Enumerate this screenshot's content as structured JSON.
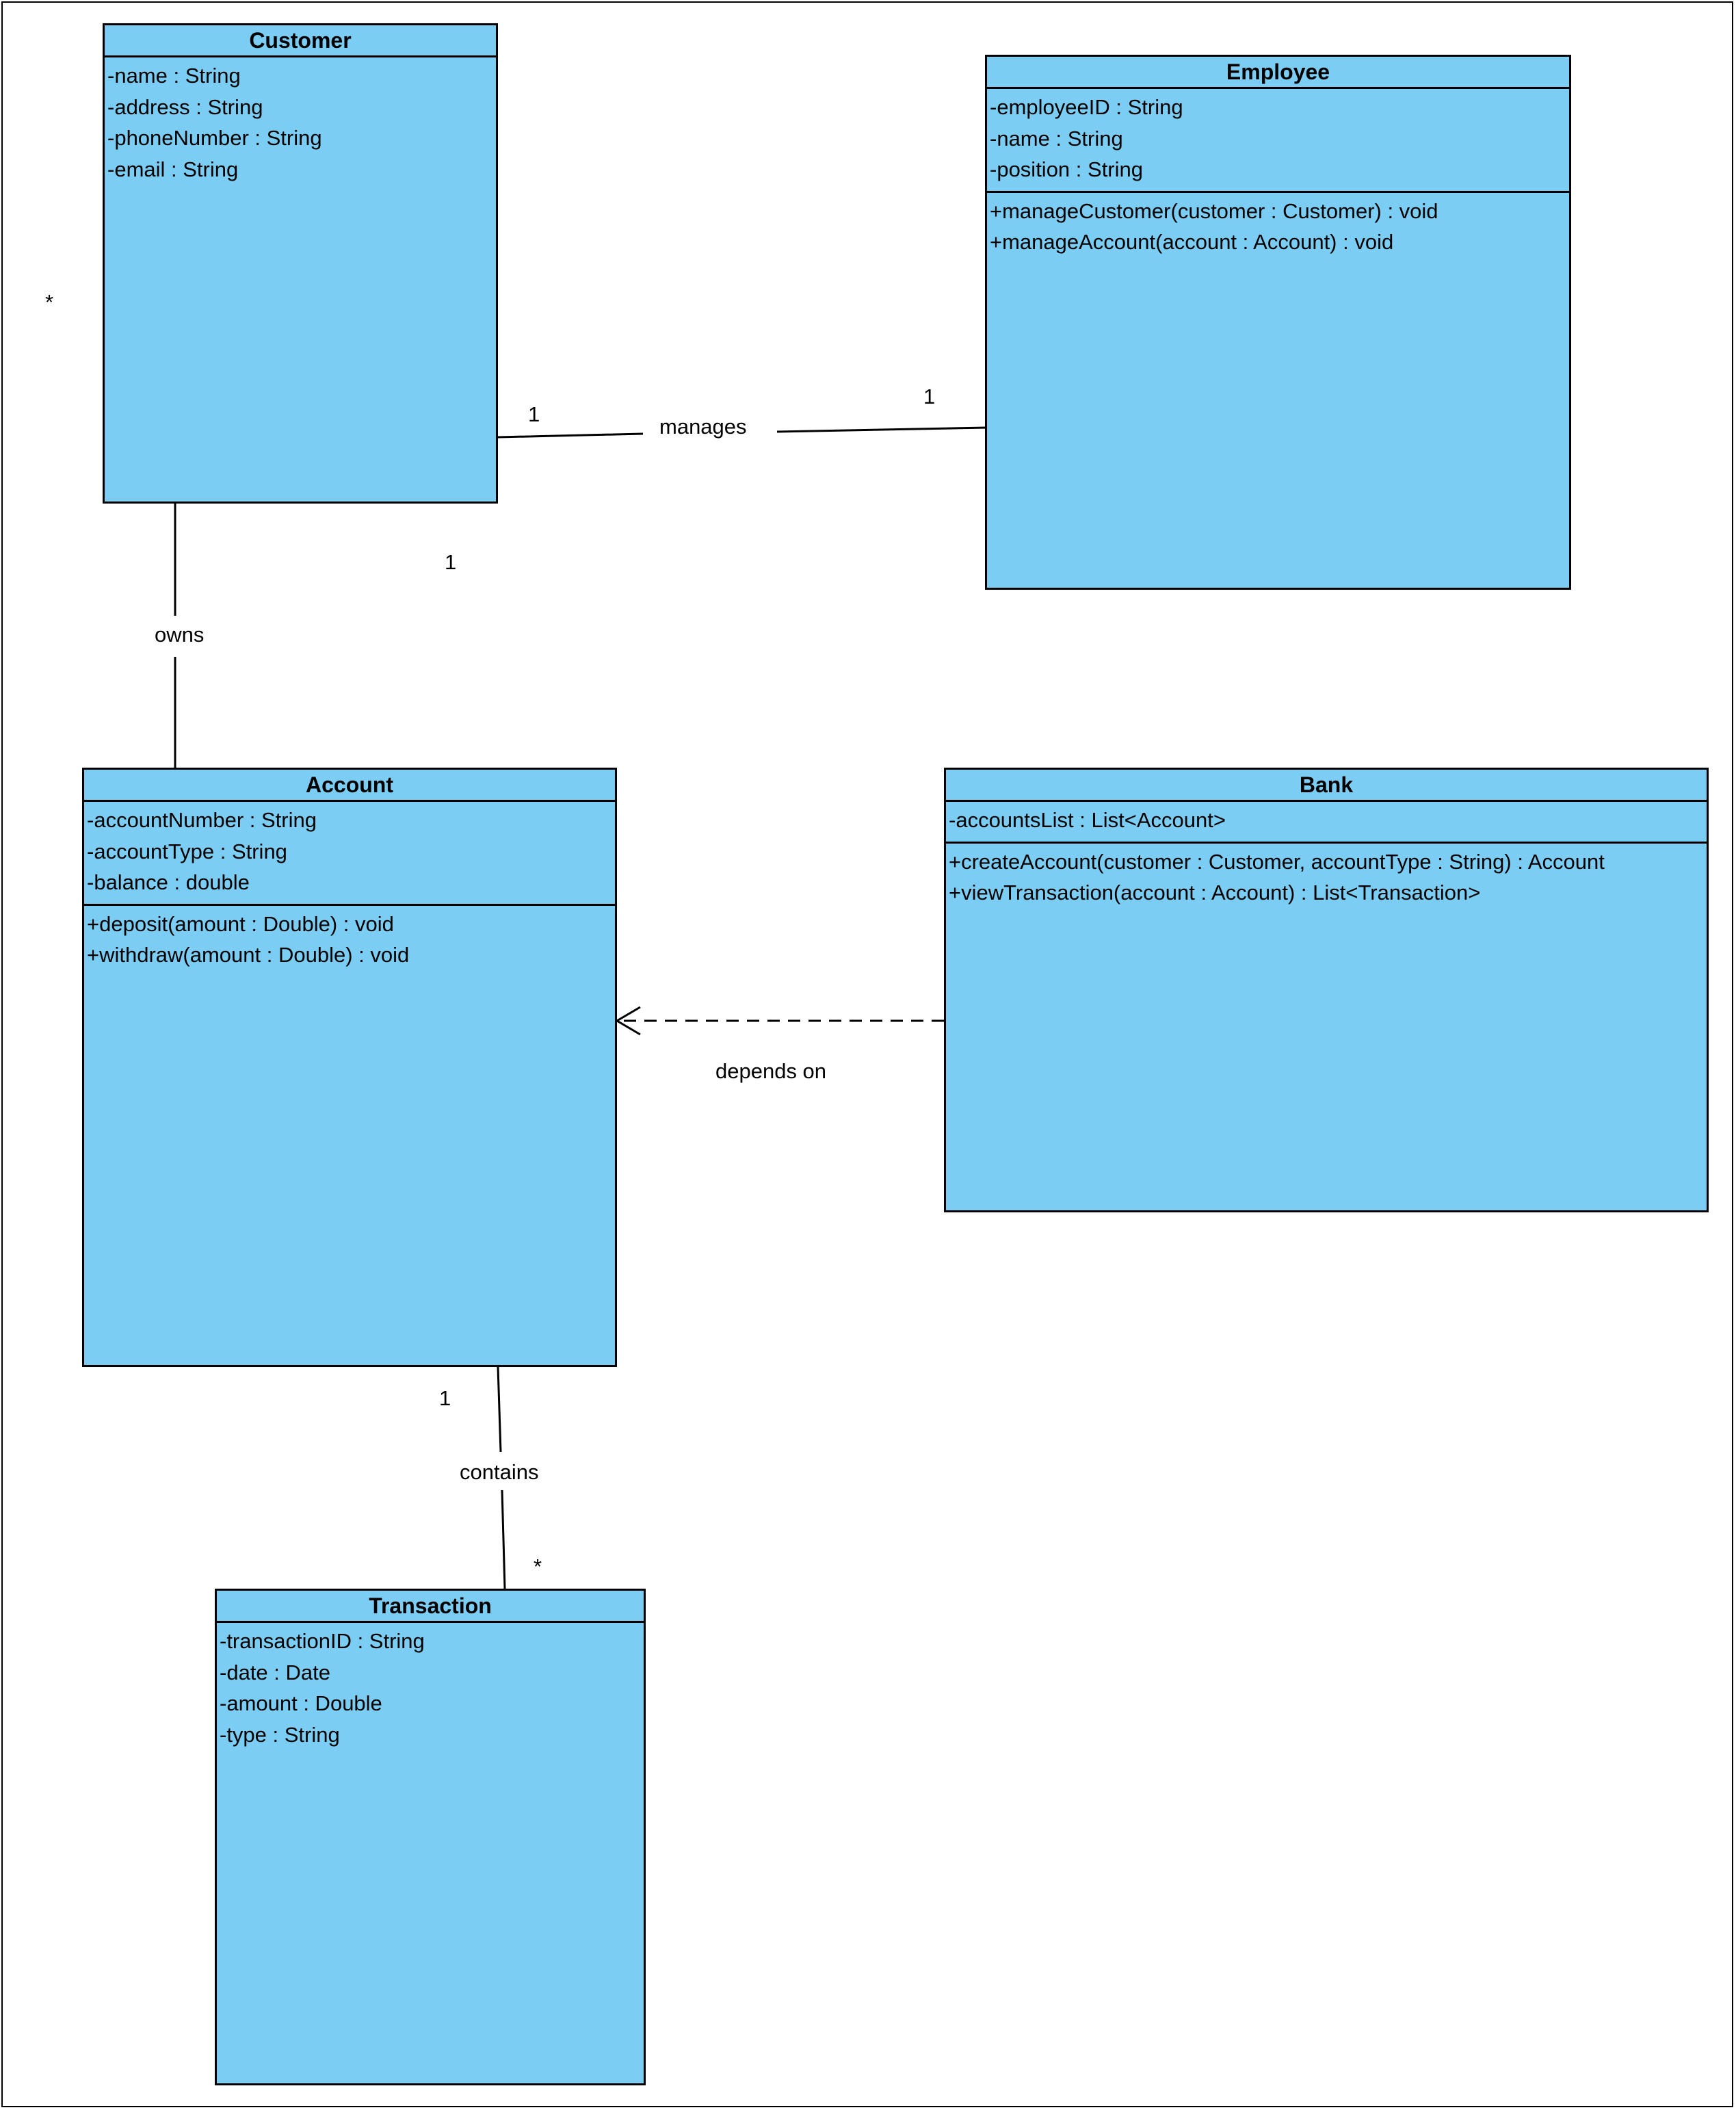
{
  "classes": {
    "customer": {
      "name": "Customer",
      "attributes": [
        "-name : String",
        "-address : String",
        "-phoneNumber : String",
        "-email : String"
      ],
      "operations": []
    },
    "employee": {
      "name": "Employee",
      "attributes": [
        "-employeeID : String",
        "-name : String",
        "-position : String"
      ],
      "operations": [
        "+manageCustomer(customer : Customer) : void",
        "+manageAccount(account : Account) : void"
      ]
    },
    "account": {
      "name": "Account",
      "attributes": [
        "-accountNumber : String",
        "-accountType : String",
        "-balance : double"
      ],
      "operations": [
        "+deposit(amount : Double) : void",
        "+withdraw(amount : Double) : void"
      ]
    },
    "bank": {
      "name": "Bank",
      "attributes": [
        "-accountsList : List<Account>"
      ],
      "operations": [
        "+createAccount(customer : Customer, accountType : String) : Account",
        "+viewTransaction(account : Account) : List<Transaction>"
      ]
    },
    "transaction": {
      "name": "Transaction",
      "attributes": [
        "-transactionID : String",
        "-date : Date",
        "-amount : Double",
        "-type : String"
      ],
      "operations": []
    }
  },
  "relationships": {
    "manages": {
      "label": "manages",
      "source_multiplicity": "1",
      "target_multiplicity": "1"
    },
    "owns": {
      "label": "owns",
      "source_multiplicity": "*",
      "target_multiplicity": "1"
    },
    "depends_on": {
      "label": "depends on"
    },
    "contains": {
      "label": "contains",
      "source_multiplicity": "1",
      "target_multiplicity": "*"
    }
  }
}
